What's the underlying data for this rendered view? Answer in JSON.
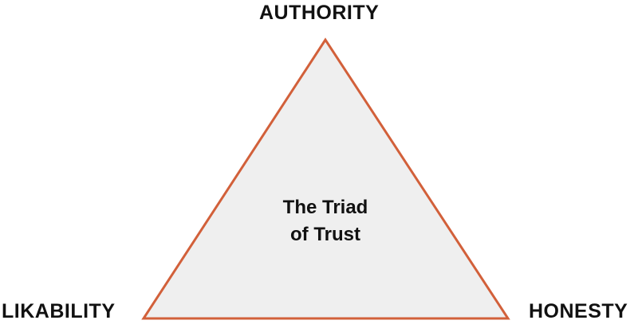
{
  "title": {
    "line1": "The Triad",
    "line2": "of Trust"
  },
  "vertices": {
    "top": "AUTHORITY",
    "left": "LIKABILITY",
    "right": "HONESTY"
  },
  "colors": {
    "stroke": "#d2603a",
    "fill": "#efefef"
  }
}
